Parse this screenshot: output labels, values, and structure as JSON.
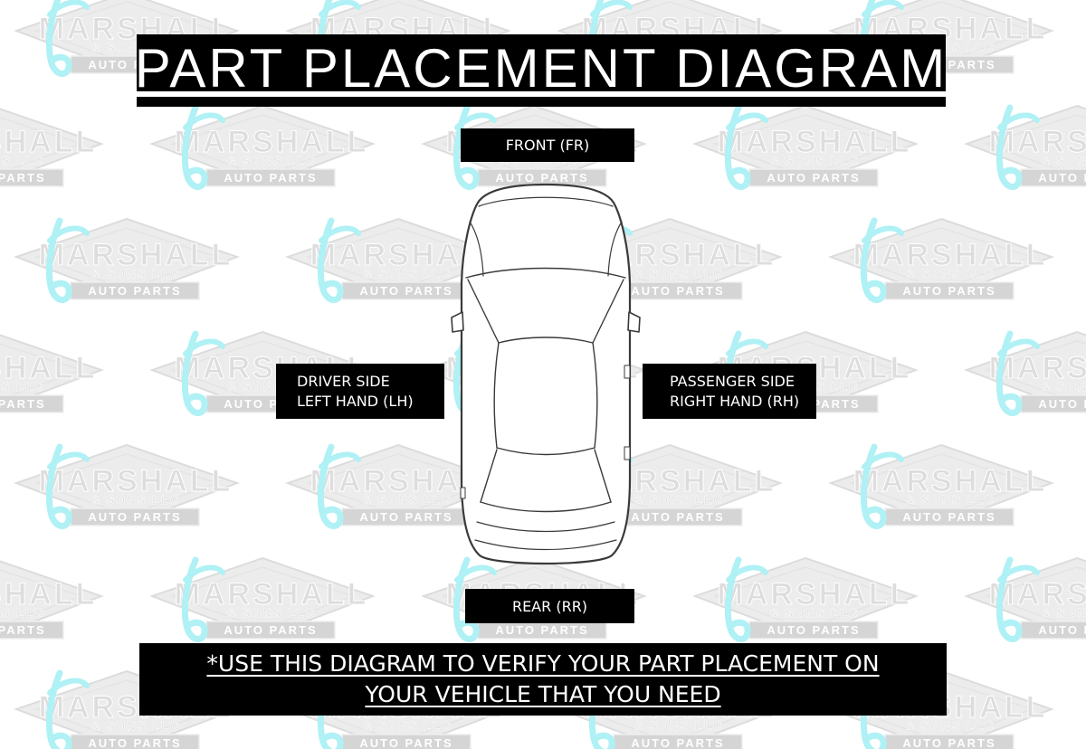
{
  "title": "PART PLACEMENT DIAGRAM",
  "labels": {
    "front": "FRONT (FR)",
    "driver_line1": "DRIVER SIDE",
    "driver_line2": "LEFT HAND (LH)",
    "passenger_line1": "PASSENGER SIDE",
    "passenger_line2": "RIGHT HAND (RH)",
    "rear": "REAR (RR)"
  },
  "footer": {
    "line1": "*USE THIS DIAGRAM TO VERIFY YOUR PART PLACEMENT ON",
    "line2": "YOUR VEHICLE THAT YOU NEED"
  },
  "watermark": {
    "brand": "MARSHALL",
    "sub": "& SONS LLC",
    "tagline": "AUTO PARTS",
    "accent_color": "#6fe6ee",
    "gray_color": "#c2c2c2"
  },
  "colors": {
    "banner_bg": "#000000",
    "banner_text": "#ffffff",
    "car_outline": "#3a3a3a"
  }
}
